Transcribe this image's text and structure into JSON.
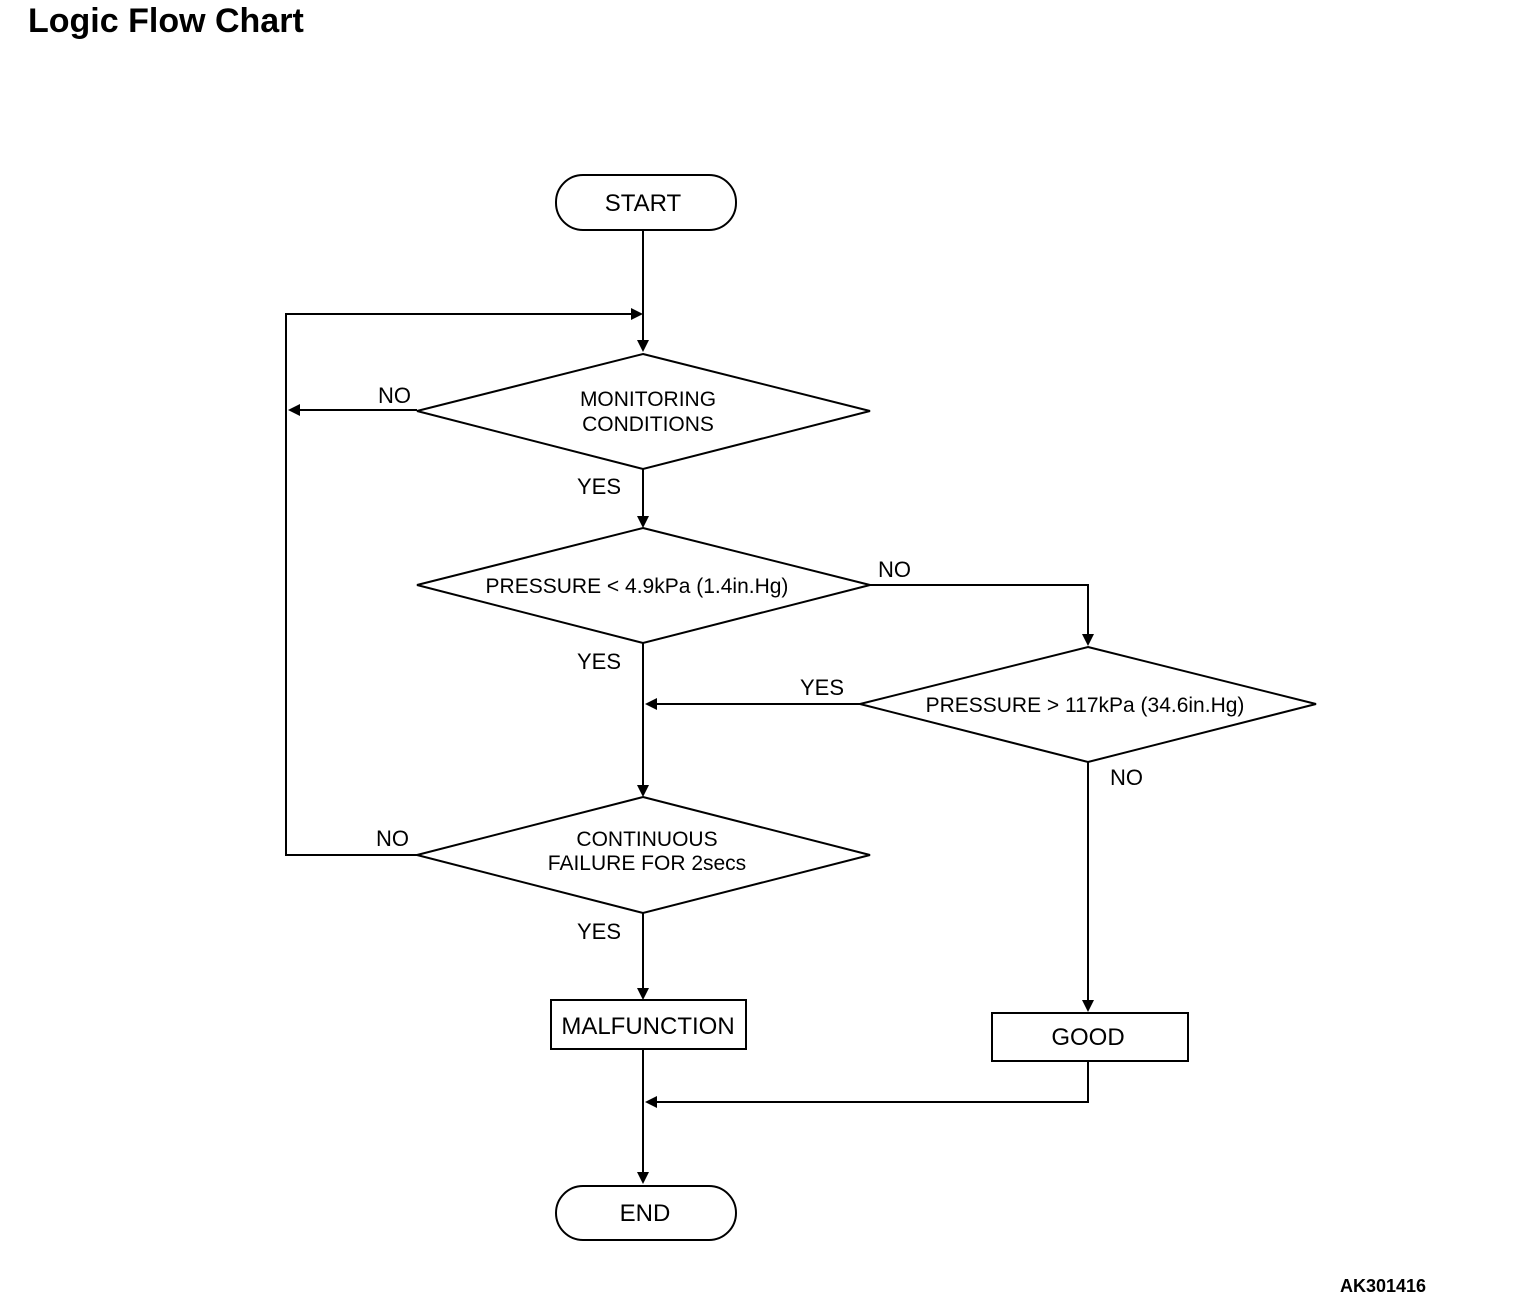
{
  "page": {
    "title": "Logic Flow Chart",
    "figure_code": "AK301416"
  },
  "nodes": {
    "start": "START",
    "monitoring": {
      "line1": "MONITORING",
      "line2": "CONDITIONS"
    },
    "pressure_low": "PRESSURE < 4.9kPa (1.4in.Hg)",
    "pressure_high": "PRESSURE > 117kPa (34.6in.Hg)",
    "continuous": {
      "line1": "CONTINUOUS",
      "line2": "FAILURE FOR 2secs"
    },
    "malfunction": "MALFUNCTION",
    "good": "GOOD",
    "end": "END"
  },
  "edge_labels": {
    "monitoring_no": "NO",
    "monitoring_yes": "YES",
    "pressure_low_no": "NO",
    "pressure_low_yes": "YES",
    "pressure_high_yes": "YES",
    "pressure_high_no": "NO",
    "continuous_no": "NO",
    "continuous_yes": "YES"
  },
  "colors": {
    "line": "#000000",
    "background": "#ffffff"
  }
}
